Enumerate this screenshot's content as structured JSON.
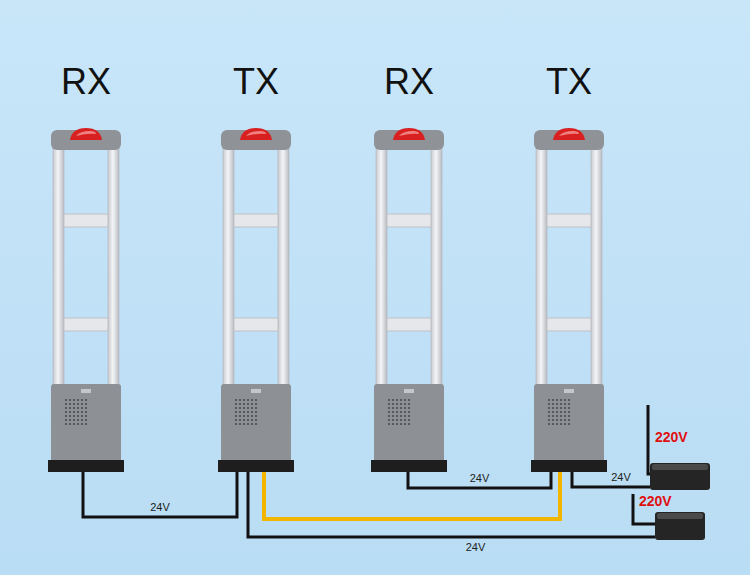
{
  "diagram": {
    "nodes": [
      {
        "text": [
          "RX"
        ]
      },
      {
        "text": [
          "TX"
        ]
      },
      {
        "text": [
          "RX"
        ]
      },
      {
        "text": [
          "TX"
        ]
      },
      {
        "text": [
          "220V"
        ]
      },
      {
        "text": [
          "220V"
        ]
      }
    ],
    "edges": [
      {
        "from": 0,
        "to": 1,
        "arrow": "none",
        "label": "24V"
      },
      {
        "from": 1,
        "to": 3,
        "arrow": "none"
      },
      {
        "from": 2,
        "to": 3,
        "arrow": "none",
        "label": "24V"
      },
      {
        "from": 3,
        "to": 4,
        "arrow": "none",
        "label": "24V"
      },
      {
        "from": 1,
        "to": 5,
        "arrow": "none",
        "label": "24V"
      }
    ]
  }
}
